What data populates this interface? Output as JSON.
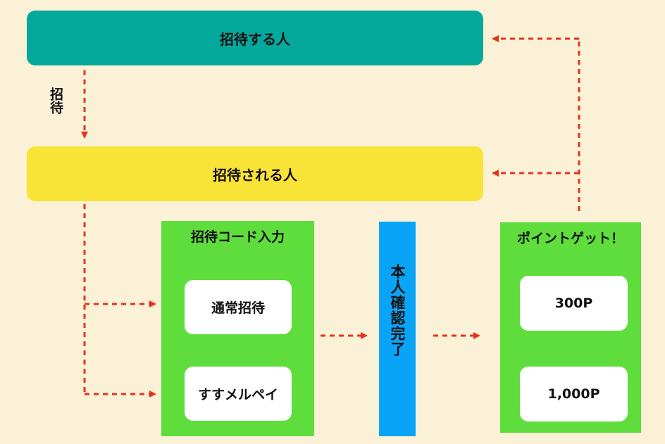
{
  "diagram": {
    "inviter": "招待する人",
    "invitee": "招待される人",
    "invite_label": "招待",
    "code_panel": {
      "title": "招待コード入力",
      "options": [
        "通常招待",
        "すすメルペイ"
      ]
    },
    "verify": "本人確認完了",
    "point_panel": {
      "title": "ポイントゲット！",
      "amounts": [
        "300P",
        "1,000P"
      ]
    },
    "colors": {
      "background": "#faf1d6",
      "inviter": "#04a99c",
      "invitee": "#fae337",
      "panel": "#5edd3c",
      "verify": "#0aa4f6",
      "arrow": "#e8321e"
    }
  }
}
